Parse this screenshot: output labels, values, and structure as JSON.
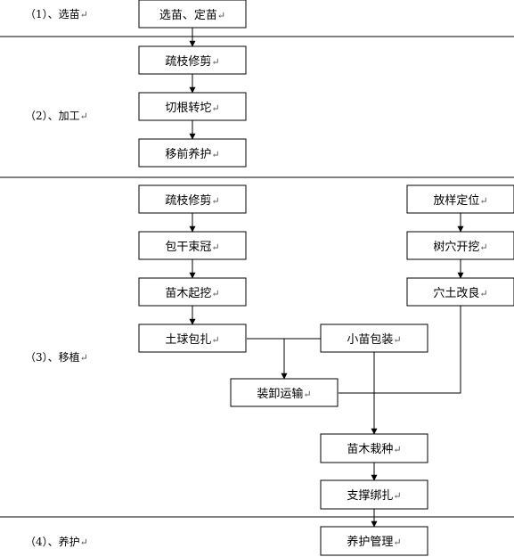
{
  "paragraph_mark": "↵",
  "stages": [
    {
      "id": "stage1",
      "label": "（1）、选苗"
    },
    {
      "id": "stage2",
      "label": "（2）、加工"
    },
    {
      "id": "stage3",
      "label": "（3）、移植"
    },
    {
      "id": "stage4",
      "label": "（4）、养护"
    }
  ],
  "boxes": {
    "select_fix": "选苗、定苗",
    "prune_1": "疏枝修剪",
    "cut_root": "切根转坨",
    "pre_care": "移前养护",
    "prune_2": "疏枝修剪",
    "wrap_trunk": "包干束冠",
    "dig_tree": "苗木起挖",
    "ball_wrap": "土球包扎",
    "small_pack": "小苗包装",
    "transport": "装卸运输",
    "planting": "苗木栽种",
    "support_tie": "支撑绑扎",
    "maintain": "养护管理",
    "layout_pos": "放样定位",
    "dig_hole": "树穴开挖",
    "soil_improve": "穴土改良"
  }
}
